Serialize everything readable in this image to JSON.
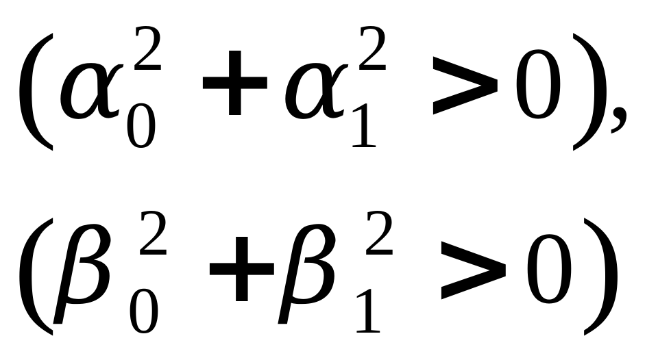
{
  "lines": [
    {
      "open": "(",
      "sym1": "α",
      "sup1": "2",
      "sub1": "0",
      "plus": "+",
      "sym2": "α",
      "sup2": "2",
      "sub2": "1",
      "gt": ">",
      "zero": "0",
      "close": ")",
      "trail": ","
    },
    {
      "open": "(",
      "sym1": "β",
      "sup1": "2",
      "sub1": "0",
      "plus": "+",
      "sym2": "β",
      "sup2": "2",
      "sub2": "1",
      "gt": ">",
      "zero": "0",
      "close": ")",
      "trail": ""
    }
  ]
}
